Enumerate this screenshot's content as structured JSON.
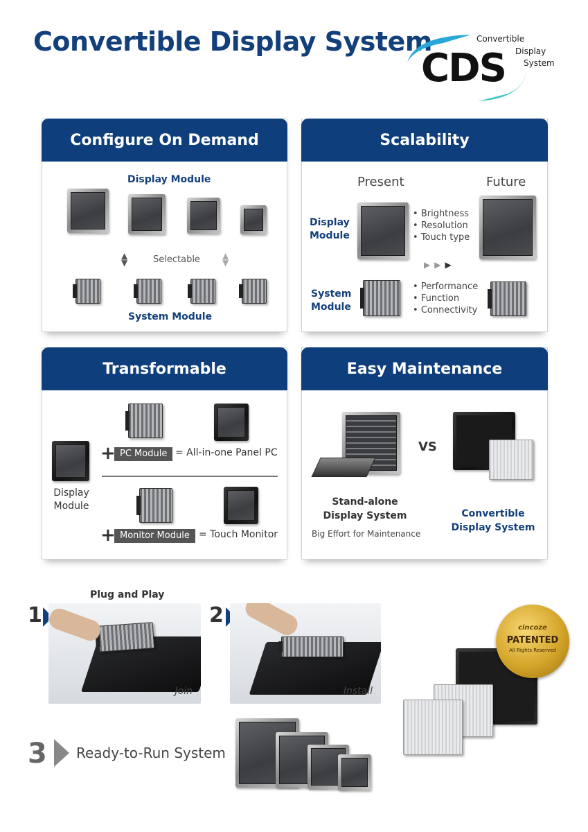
{
  "title": "Convertible Display System",
  "logo": {
    "mark": "CDS",
    "line1": "Convertible",
    "line2": "Display",
    "line3": "System"
  },
  "configure": {
    "heading": "Configure On Demand",
    "display_label": "Display Module",
    "selectable": "Selectable",
    "system_label": "System Module"
  },
  "scalability": {
    "heading": "Scalability",
    "present": "Present",
    "future": "Future",
    "display_label_1": "Display",
    "display_label_2": "Module",
    "display_bullets": [
      "Brightness",
      "Resolution",
      "Touch type"
    ],
    "system_label_1": "System",
    "system_label_2": "Module",
    "system_bullets": [
      "Performance",
      "Function",
      "Connectivity"
    ]
  },
  "transformable": {
    "heading": "Transformable",
    "display_label_1": "Display",
    "display_label_2": "Module",
    "pc_module": "PC Module",
    "pc_result": "= All-in-one Panel PC",
    "monitor_module": "Monitor Module",
    "monitor_result": "= Touch Monitor"
  },
  "maintenance": {
    "heading": "Easy Maintenance",
    "vs": "VS",
    "standalone_1": "Stand-alone",
    "standalone_2": "Display System",
    "effort": "Big Effort for Maintenance",
    "cds_1": "Convertible",
    "cds_2": "Display System"
  },
  "steps": {
    "plug_and_play": "Plug and Play",
    "step1_num": "1",
    "step1_caption": "Join",
    "step2_num": "2",
    "step2_caption": "Install",
    "step3_num": "3",
    "step3_text": "Ready-to-Run System"
  },
  "badge": {
    "brand": "cincoze",
    "main": "PATENTED",
    "sub": "All Rights Reserved"
  }
}
